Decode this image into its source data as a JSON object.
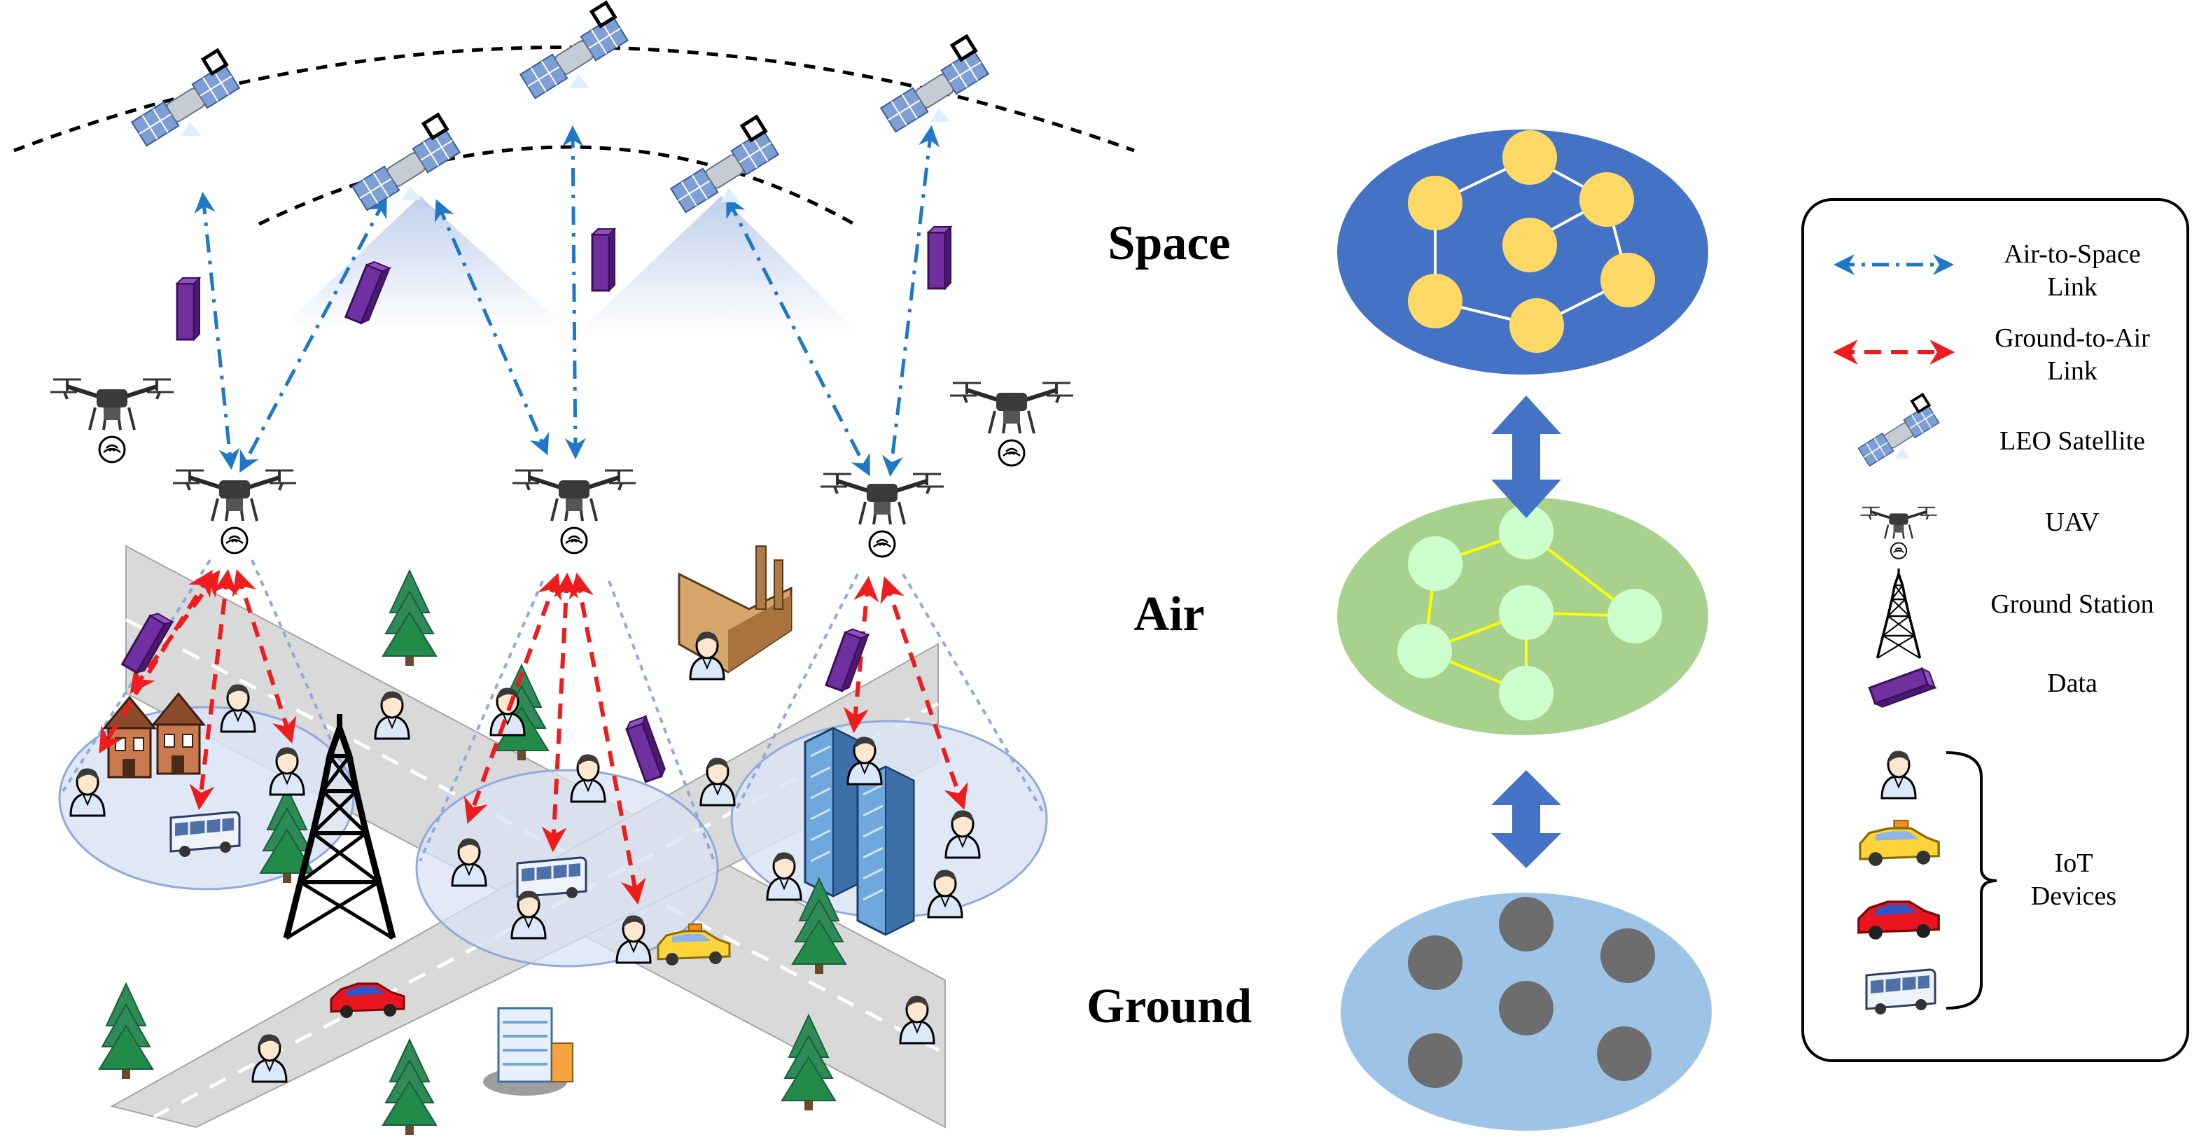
{
  "layers": {
    "space": "Space",
    "air": "Air",
    "ground": "Ground"
  },
  "legend": {
    "air_to_space": [
      "Air-to-Space",
      "Link"
    ],
    "ground_to_air": [
      "Ground-to-Air",
      "Link"
    ],
    "leo_satellite": "LEO Satellite",
    "uav": "UAV",
    "ground_station": "Ground Station",
    "data": "Data",
    "iot_devices": [
      "IoT",
      "Devices"
    ]
  },
  "colors": {
    "air_to_space_link": "#1f77c8",
    "ground_to_air_link": "#ee1c1c",
    "space_layer": "#4472c4",
    "space_node": "#ffd966",
    "air_layer": "#a9d18e",
    "air_node": "#ccffcc",
    "air_edge": "#ffff00",
    "ground_layer": "#9dc3e6",
    "ground_node": "#6d6d6d",
    "data_block": "#7030a0",
    "coverage": "#dae3f3"
  }
}
